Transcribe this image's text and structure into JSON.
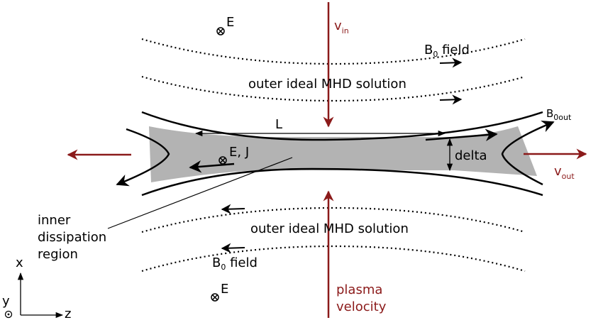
{
  "colors": {
    "flow_arrow": "#8b1a1a",
    "dissipation_region": "#b3b3b3",
    "field_line": "#000000",
    "background": "#ffffff"
  },
  "icons": {
    "into_page": "circle-cross-icon",
    "out_of_page": "circle-dot-icon"
  },
  "labels": {
    "e_top": "E",
    "e_bottom": "E",
    "e_j": "E, J",
    "vin_main": "v",
    "vin_sub": "in",
    "vout_main": "v",
    "vout_sub": "out",
    "b0_top_main": "B",
    "b0_top_sub": "0",
    "b0_top_rest": " field",
    "b0_bottom_main": "B",
    "b0_bottom_sub": "0",
    "b0_bottom_rest": " field",
    "b0out_main": "B",
    "b0out_sub": "0out",
    "outer_top": "outer ideal MHD solution",
    "outer_bottom": "outer ideal MHD solution",
    "length": "L",
    "delta": "delta",
    "inner_line1": "inner",
    "inner_line2": "dissipation",
    "inner_line3": "region",
    "plasma_line1": "plasma",
    "plasma_line2": "velocity",
    "axis_x": "x",
    "axis_y": "y",
    "axis_z": "z"
  }
}
